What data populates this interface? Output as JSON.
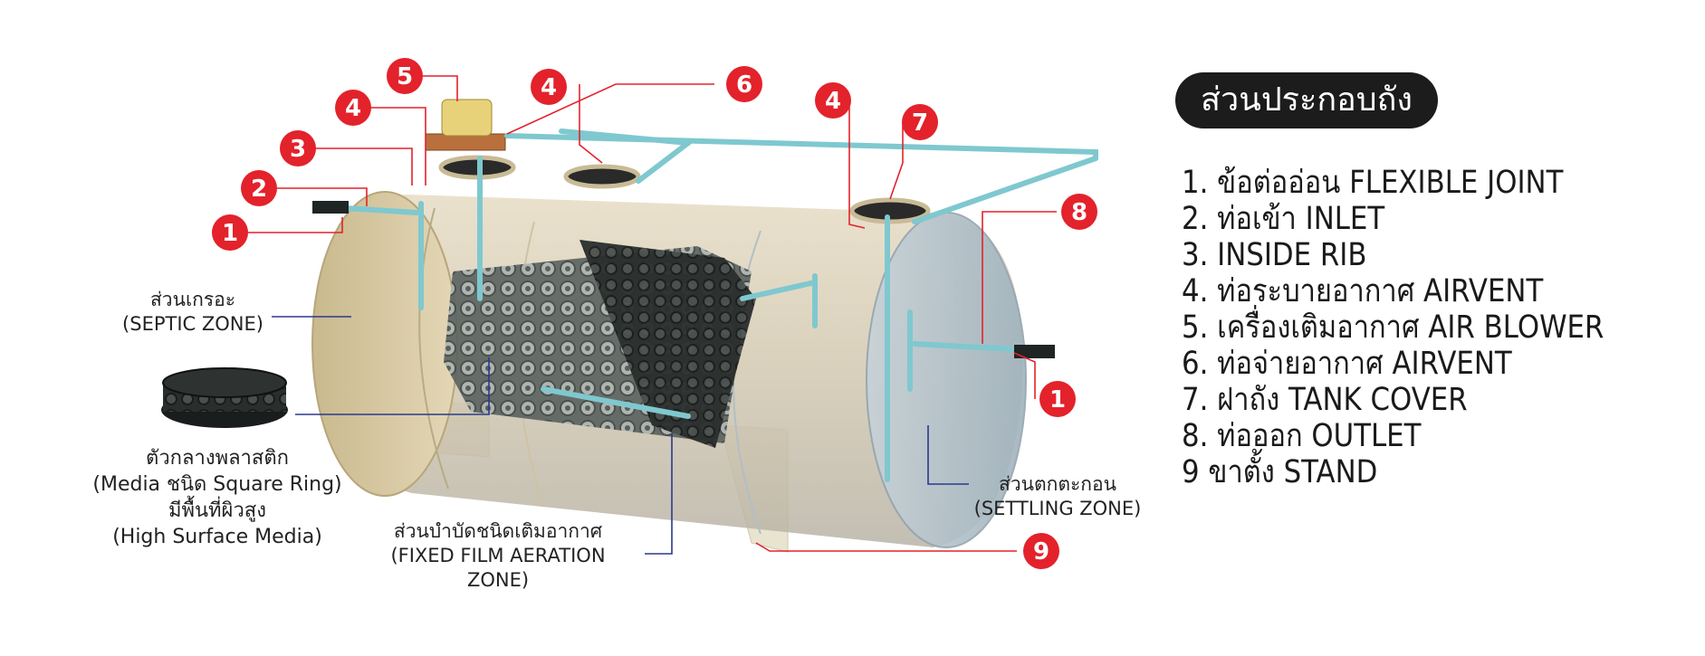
{
  "callouts": [
    "1",
    "2",
    "3",
    "4",
    "5",
    "6",
    "7",
    "8",
    "9"
  ],
  "zones": {
    "septic": {
      "thai": "ส่วนเกรอะ",
      "en": "(SEPTIC ZONE)"
    },
    "settling": {
      "thai": "ส่วนตกตะกอน",
      "en": "(SETTLING ZONE)"
    },
    "aeration": {
      "thai": "ส่วนบำบัดชนิดเติมอากาศ",
      "en": "(FIXED FILM AERATION ZONE)"
    }
  },
  "media": {
    "line1": "ตัวกลางพลาสติก",
    "line2": "(Media ชนิด Square Ring)",
    "line3": "มีพื้นที่ผิวสูง",
    "line4": "(High Surface Media)"
  },
  "legend": {
    "title": "ส่วนประกอบถัง",
    "items": [
      "1. ข้อต่ออ่อน FLEXIBLE JOINT",
      "2. ท่อเข้า INLET",
      "3. INSIDE RIB",
      "4. ท่อระบายอากาศ AIRVENT",
      "5. เครื่องเติมอากาศ AIR BLOWER",
      "6. ท่อจ่ายอากาศ AIRVENT",
      "7. ฝาถัง TANK COVER",
      "8. ท่อออก OUTLET",
      "9  ขาตั้ง STAND"
    ]
  },
  "colors": {
    "callout": "#e3222b",
    "pipe": "#7fc8cf",
    "tank": "#cfc4a8",
    "leader_blue": "#2b3a8c"
  }
}
